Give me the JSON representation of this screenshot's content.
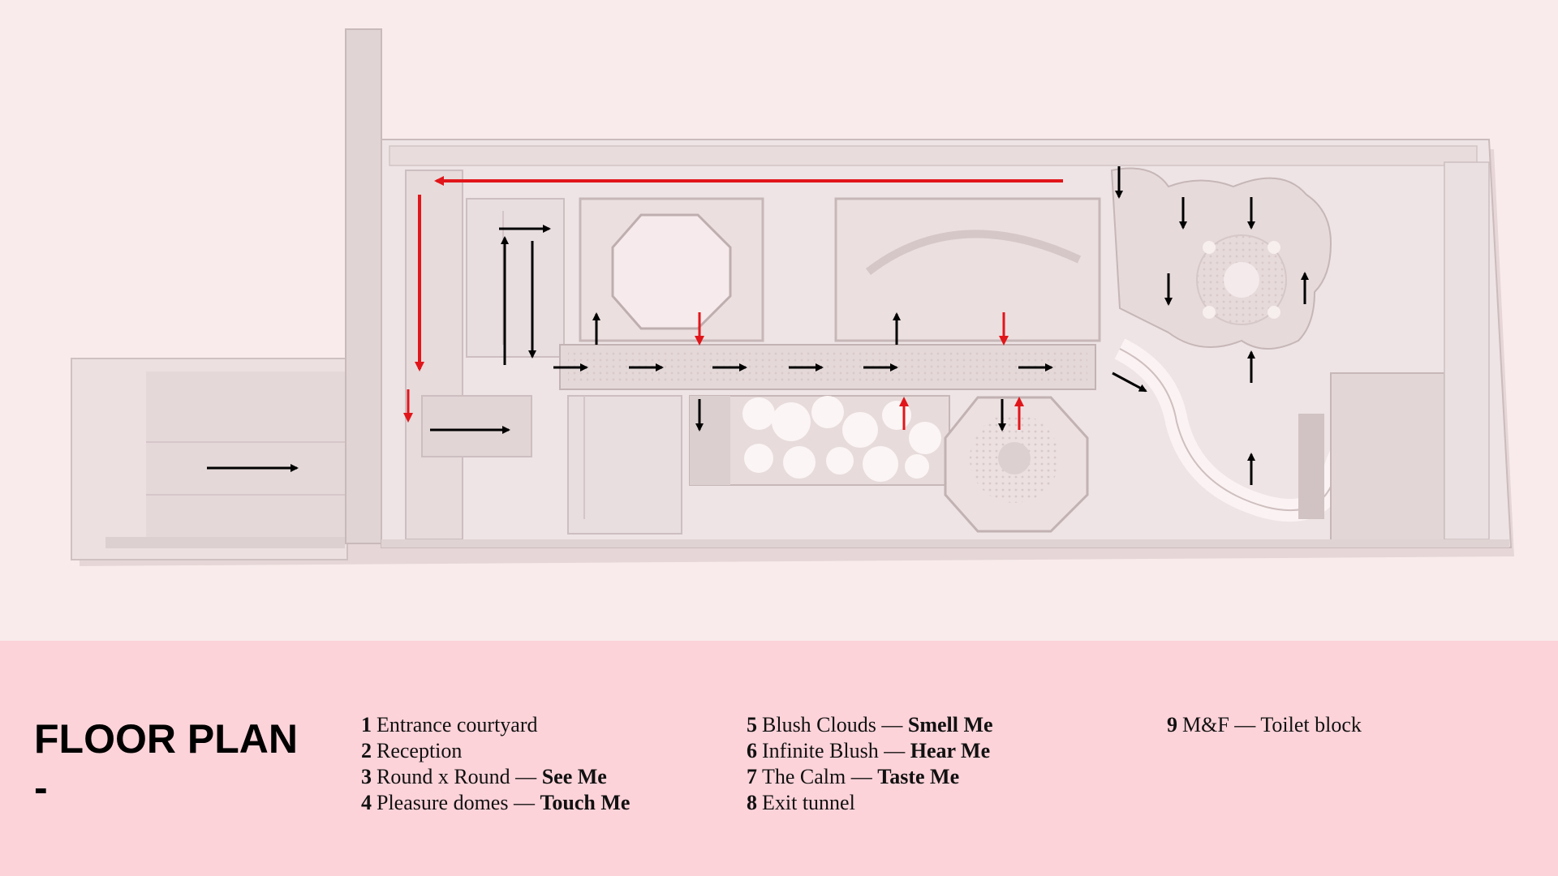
{
  "title": "FLOOR PLAN",
  "title_dash": "-",
  "colors": {
    "background": "#f9ebec",
    "legend_panel": "#fdd3da",
    "flow_arrow": "#000000",
    "return_arrow": "#e0161b"
  },
  "legend": {
    "columns": [
      [
        {
          "num": "1",
          "name": "Entrance courtyard",
          "sense": ""
        },
        {
          "num": "2",
          "name": "Reception",
          "sense": ""
        },
        {
          "num": "3",
          "name": "Round x Round — ",
          "sense": "See Me"
        },
        {
          "num": "4",
          "name": "Pleasure domes — ",
          "sense": "Touch Me"
        }
      ],
      [
        {
          "num": "5",
          "name": "Blush Clouds — ",
          "sense": "Smell Me"
        },
        {
          "num": "6",
          "name": "Infinite Blush — ",
          "sense": "Hear Me"
        },
        {
          "num": "7",
          "name": "The Calm — ",
          "sense": "Taste Me"
        },
        {
          "num": "8",
          "name": "Exit tunnel",
          "sense": ""
        }
      ],
      [
        {
          "num": "9",
          "name": "M&F — Toilet block",
          "sense": ""
        }
      ]
    ]
  }
}
